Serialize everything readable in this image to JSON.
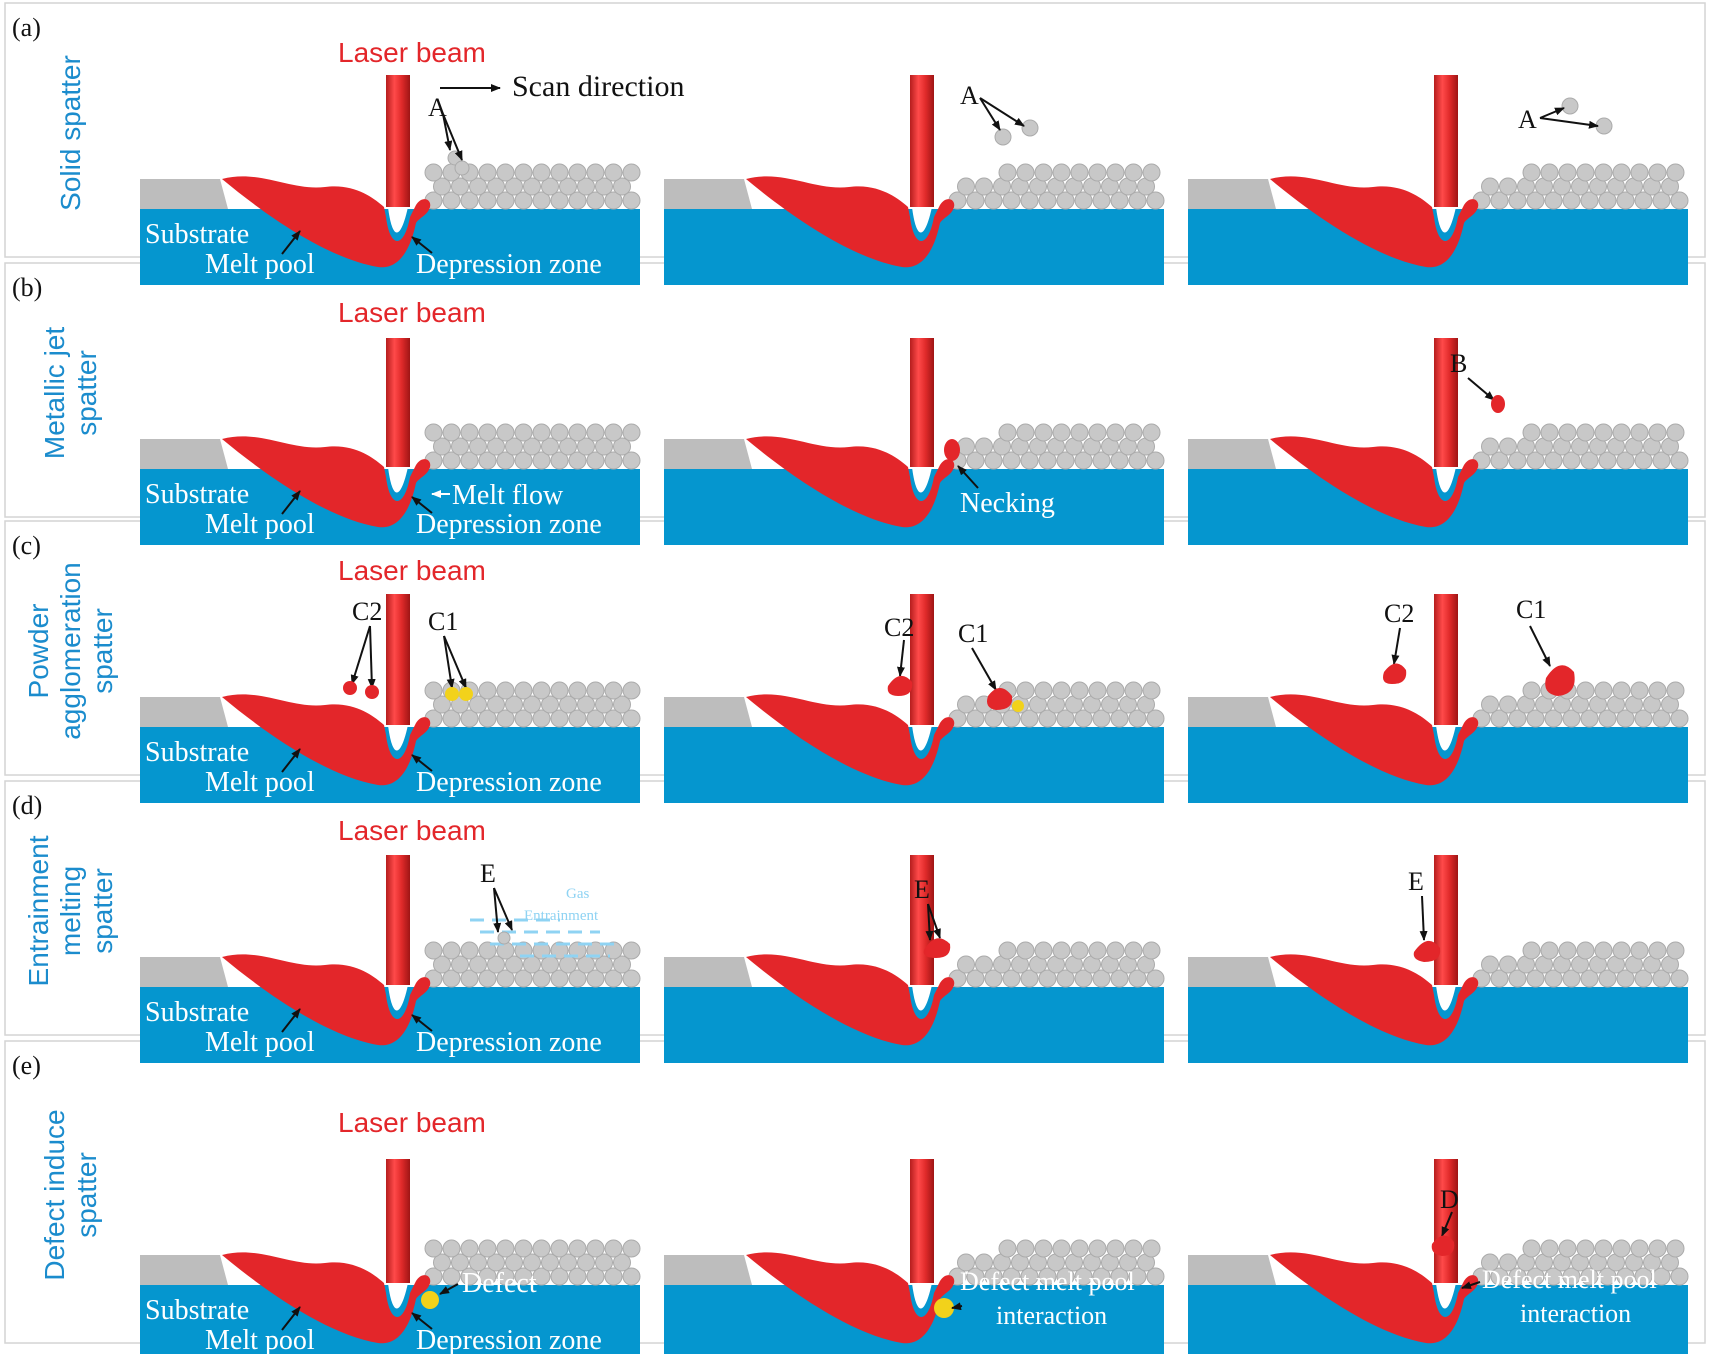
{
  "colors": {
    "substrate": "#0596cf",
    "melt": "#e3262a",
    "laser": "#e02a2a",
    "powder_fill": "#c8c8c8",
    "powder_stroke": "#ababab",
    "plate": "#bdbdbd",
    "row_title": "#1b8ccd",
    "text_white": "#ffffff",
    "text_black": "#111111",
    "defect": "#f2d21b",
    "gas": "#8fd3f3"
  },
  "rows": [
    {
      "tag": "(a)",
      "title_lines": [
        "Solid spatter"
      ],
      "laser_label": "Laser beam",
      "scan_label": "Scan direction",
      "labels": {
        "substrate": "Substrate",
        "melt_pool": "Melt pool",
        "depression": "Depression zone"
      },
      "callouts": [
        "A",
        "A",
        "A"
      ]
    },
    {
      "tag": "(b)",
      "title_lines": [
        "Metallic jet",
        "spatter"
      ],
      "laser_label": "Laser beam",
      "labels": {
        "substrate": "Substrate",
        "melt_pool": "Melt pool",
        "depression": "Depression zone",
        "melt_flow": "Melt flow",
        "necking": "Necking"
      },
      "callouts": [
        "B"
      ]
    },
    {
      "tag": "(c)",
      "title_lines": [
        "Powder",
        "agglomeration",
        "spatter"
      ],
      "laser_label": "Laser beam",
      "labels": {
        "substrate": "Substrate",
        "melt_pool": "Melt pool",
        "depression": "Depression zone"
      },
      "callouts": [
        "C2",
        "C1",
        "C2",
        "C1",
        "C2",
        "C1"
      ]
    },
    {
      "tag": "(d)",
      "title_lines": [
        "Entrainment",
        "melting",
        "spatter"
      ],
      "laser_label": "Laser beam",
      "gas_label": [
        "Gas",
        "Entrainment"
      ],
      "labels": {
        "substrate": "Substrate",
        "melt_pool": "Melt pool",
        "depression": "Depression zone"
      },
      "callouts": [
        "E",
        "E",
        "E"
      ]
    },
    {
      "tag": "(e)",
      "title_lines": [
        "Defect induce",
        "spatter"
      ],
      "laser_label": "Laser beam",
      "labels": {
        "substrate": "Substrate",
        "melt_pool": "Melt pool",
        "depression": "Depression zone",
        "defect": "Defect",
        "interaction": [
          "Defect melt pool",
          "interaction"
        ]
      },
      "callouts": [
        "D"
      ]
    }
  ]
}
